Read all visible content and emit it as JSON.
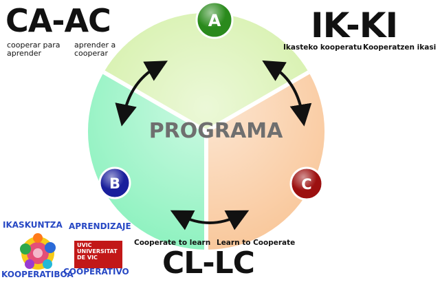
{
  "center_label": "PROGRAMA",
  "nodes": {
    "a": "A",
    "b": "B",
    "c": "C"
  },
  "ca_ac": {
    "title": "CA-AC",
    "caption_left": "cooperar para aprender",
    "caption_right": "aprender a cooperar"
  },
  "ik_ki": {
    "title": "IK-KI",
    "caption_left": "Ikasteko kooperatu",
    "caption_right": "Kooperatzen ikasi"
  },
  "cl_lc": {
    "title": "CL-LC",
    "caption_left": "Cooperate to learn",
    "caption_right": "Learn to Cooperate"
  },
  "logo": {
    "top_left": "IKASKUNTZA",
    "top_right": "APRENDIZAJE",
    "bottom_left": "KOOPERATIBOA",
    "bottom_right": "COOPERATIVO",
    "uvic_line1": "UVIC",
    "uvic_line2": "UNIVERSITAT",
    "uvic_line3": "DE VIC"
  },
  "colors": {
    "segment_a": "#d4f0a8",
    "segment_b": "#8ff2c0",
    "segment_c": "#f9c89c",
    "node_a": "#2a8a1c",
    "node_b": "#1a1f9c",
    "node_c": "#9c1010",
    "center_text": "#6f6f6f",
    "logo_blue": "#2748c4",
    "uvic_red": "#c21818"
  }
}
